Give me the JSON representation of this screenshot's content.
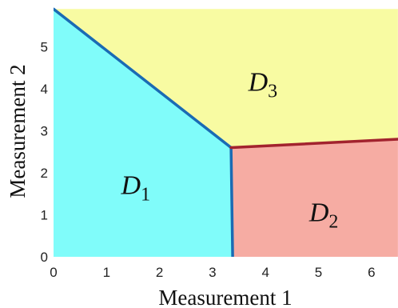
{
  "chart_data": {
    "type": "area",
    "title": "",
    "xlabel": "Measurement 1",
    "ylabel": "Measurement 2",
    "xlim": [
      0,
      6.5
    ],
    "ylim": [
      0,
      5.9
    ],
    "xticks": [
      "0",
      "1",
      "2",
      "3",
      "4",
      "5",
      "6"
    ],
    "yticks": [
      "0",
      "1",
      "2",
      "3",
      "4",
      "5"
    ],
    "grid": false,
    "regions": [
      {
        "label": "D",
        "subscript": "1",
        "color": "#80fcfa",
        "polygon": [
          [
            0,
            0
          ],
          [
            0,
            5.9
          ],
          [
            3.35,
            2.6
          ],
          [
            3.38,
            0
          ]
        ],
        "label_at": [
          1.55,
          1.5
        ]
      },
      {
        "label": "D",
        "subscript": "2",
        "color": "#f6aca3",
        "polygon": [
          [
            3.35,
            2.6
          ],
          [
            6.5,
            2.8
          ],
          [
            6.5,
            0
          ],
          [
            3.38,
            0
          ]
        ],
        "label_at": [
          5.1,
          0.85
        ]
      },
      {
        "label": "D",
        "subscript": "3",
        "color": "#f8fba2",
        "polygon": [
          [
            0,
            5.9
          ],
          [
            6.5,
            5.9
          ],
          [
            6.5,
            2.8
          ],
          [
            3.35,
            2.6
          ]
        ],
        "label_at": [
          3.95,
          3.95
        ]
      }
    ],
    "boundaries": [
      {
        "name": "D1-D3",
        "color": "#1a6bb4",
        "points": [
          [
            0,
            5.9
          ],
          [
            3.35,
            2.6
          ]
        ]
      },
      {
        "name": "D1-D2",
        "color": "#1a6bb4",
        "points": [
          [
            3.35,
            2.6
          ],
          [
            3.38,
            0
          ]
        ]
      },
      {
        "name": "D2-D3",
        "color": "#a2232e",
        "points": [
          [
            3.35,
            2.6
          ],
          [
            6.5,
            2.8
          ]
        ]
      }
    ]
  }
}
